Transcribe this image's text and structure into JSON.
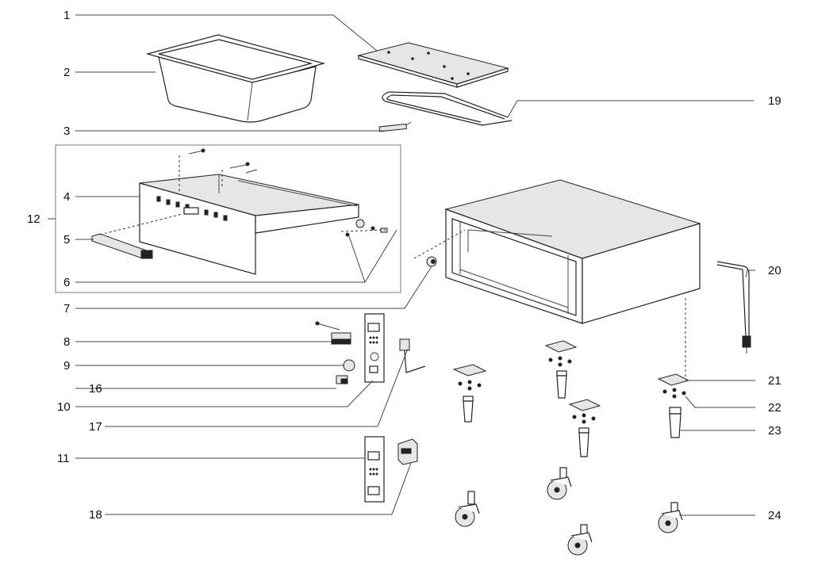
{
  "labels": {
    "l1": "1",
    "l2": "2",
    "l3": "3",
    "l4": "4",
    "l5": "5",
    "l6": "6",
    "l7": "7",
    "l8": "8",
    "l9": "9",
    "l10": "10",
    "l11": "11",
    "l12": "12",
    "l16": "16",
    "l17": "17",
    "l18": "18",
    "l19": "19",
    "l20": "20",
    "l21": "21",
    "l22": "22",
    "l23": "23",
    "l24": "24"
  }
}
